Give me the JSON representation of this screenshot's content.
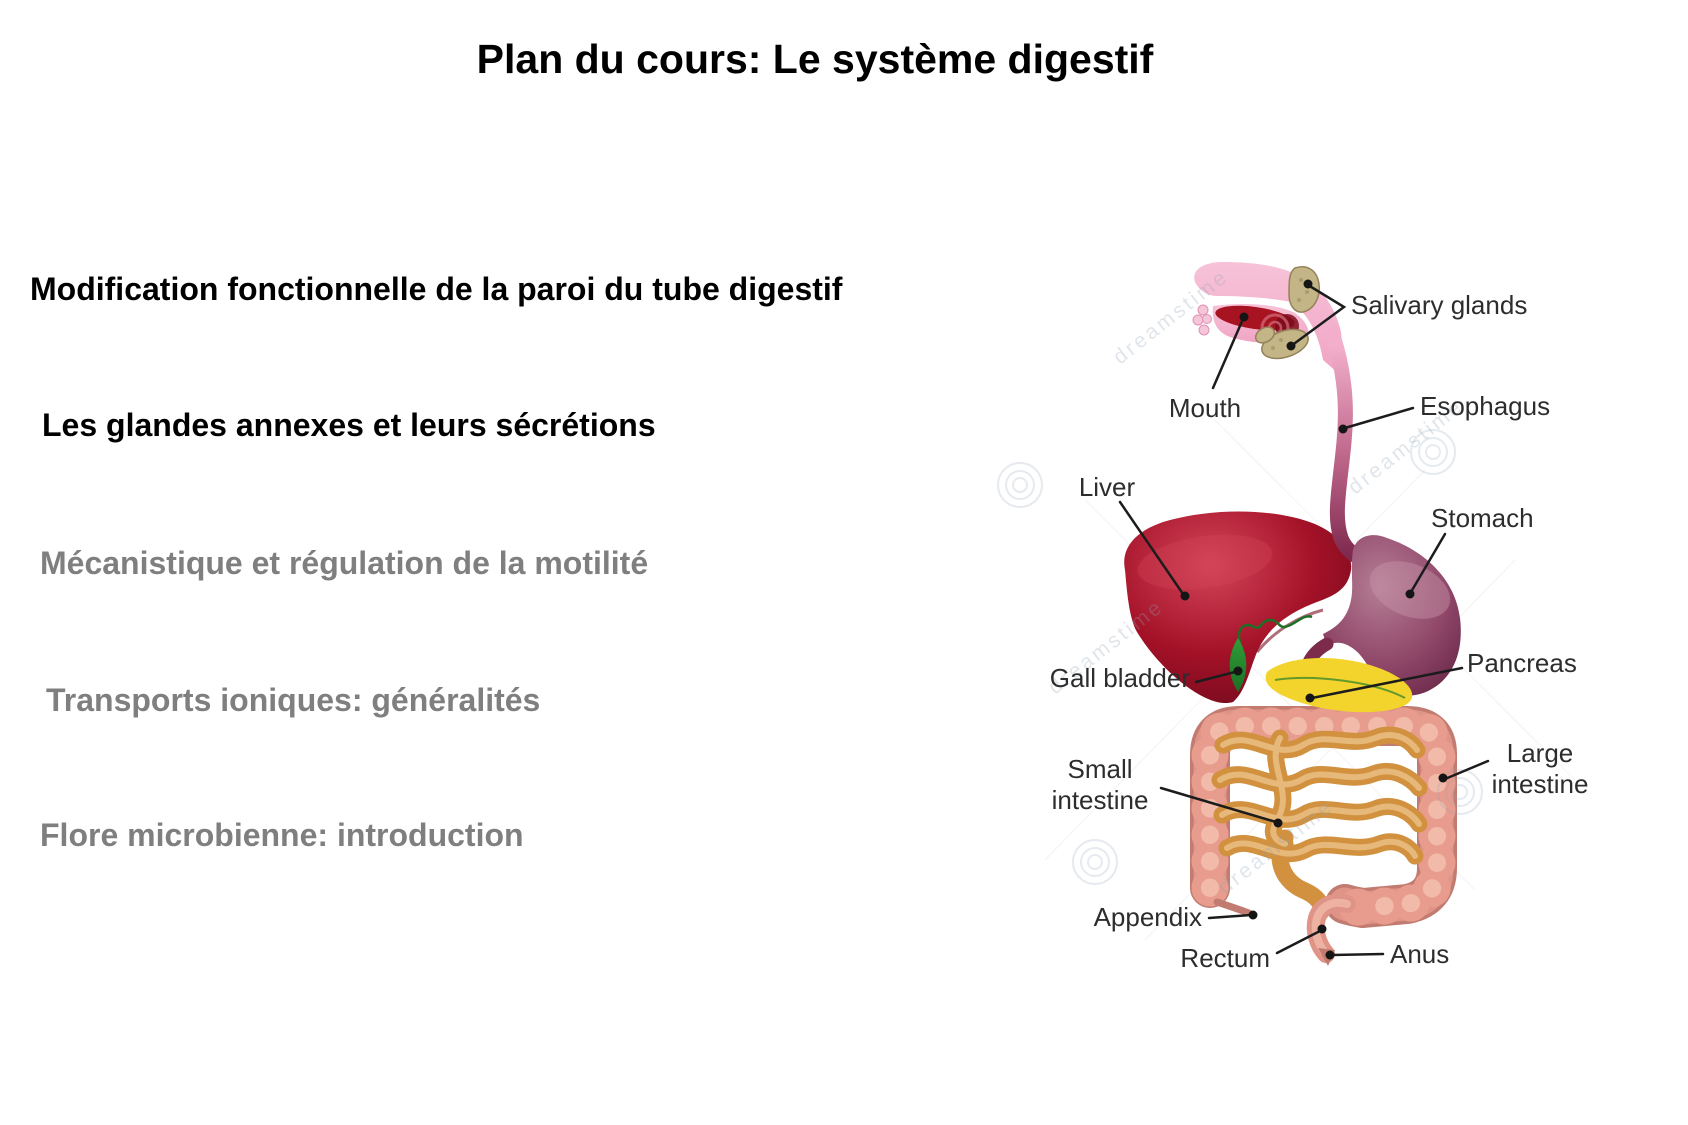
{
  "slide": {
    "title": "Plan du cours: Le système digestif"
  },
  "course_items": [
    {
      "label": "Modification fonctionnelle de la paroi du tube digestif",
      "color": "#000000"
    },
    {
      "label": "Les glandes annexes et leurs sécrétions",
      "color": "#000000"
    },
    {
      "label": "Mécanistique et régulation de la motilité",
      "color": "#7f7f7f"
    },
    {
      "label": "Transports ioniques: généralités",
      "color": "#7f7f7f"
    },
    {
      "label": "Flore microbienne: introduction",
      "color": "#7f7f7f"
    }
  ],
  "diagram": {
    "labels": {
      "salivary_glands": "Salivary glands",
      "mouth": "Mouth",
      "esophagus": "Esophagus",
      "liver": "Liver",
      "stomach": "Stomach",
      "gall_bladder": "Gall bladder",
      "pancreas": "Pancreas",
      "small_intestine_line1": "Small",
      "small_intestine_line2": "intestine",
      "large_intestine_line1": "Large",
      "large_intestine_line2": "intestine",
      "appendix": "Appendix",
      "rectum": "Rectum",
      "anus": "Anus"
    },
    "watermark": "dreamstime",
    "colors": {
      "label_text": "#2d2d2d",
      "leader_line": "#1c1c1c",
      "head": "#f0a3c4",
      "head_light": "#f7c3d8",
      "tongue": "#a81322",
      "salivary_gland": "#c4b586",
      "salivary_gland_edge": "#94835a",
      "esophagus_top": "#f2aecb",
      "esophagus_mid": "#c06a8e",
      "esophagus_bottom": "#7e2a4e",
      "liver_light": "#d4455a",
      "liver": "#a31127",
      "liver_dark": "#6e0a1c",
      "stomach_light": "#b57e95",
      "stomach": "#8f4668",
      "stomach_dark": "#5d1f3f",
      "duodenum": "#7c2b4a",
      "gall_bladder": "#2f9e38",
      "gall_bladder_dark": "#1c6f24",
      "pancreas": "#f3d42c",
      "pancreas_edge": "#d8ab12",
      "pancreas_duct": "#4a8f2a",
      "small_intestine": "#d1913f",
      "small_intestine_light": "#ecc288",
      "large_intestine": "#e09488",
      "large_intestine_bump": "#e79c8e",
      "large_intestine_light": "#f2bfae",
      "large_intestine_dark": "#c17b70"
    }
  }
}
